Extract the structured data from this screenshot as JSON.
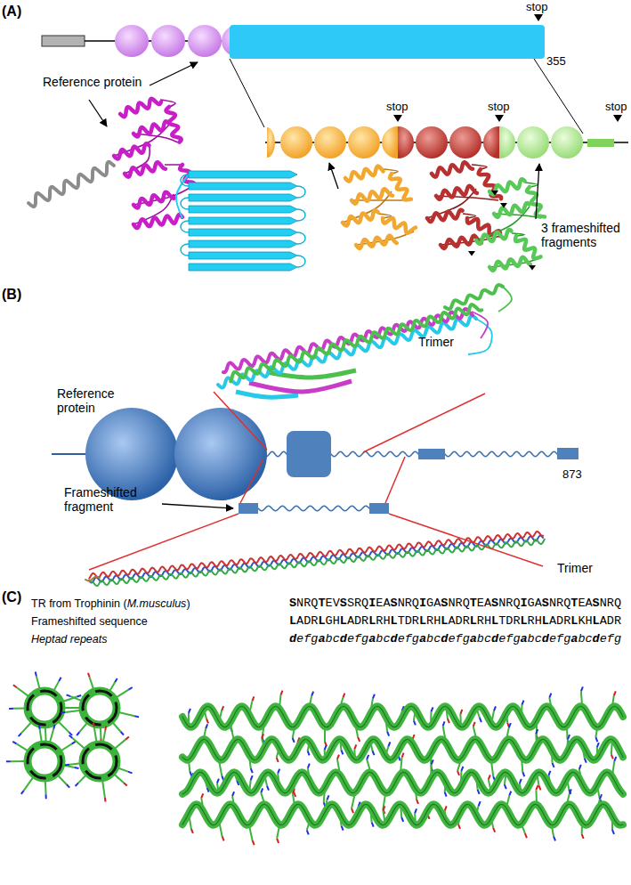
{
  "diagram": {
    "labels": [
      "(A)",
      "stop",
      "355",
      "Reference protein",
      "stop",
      "stop",
      "stop",
      "3 frameshifted fragments",
      "(B)",
      "Trimer",
      "Reference protein",
      "873",
      "Frameshifted fragment",
      "Trimer",
      "(C)",
      "TR from Trophinin (M.musculus)",
      "SNRQTEVSSRQIEASNRQIGASNRQTEASNRQIGASNRQTEASNRQ",
      "Frameshifted sequence",
      "LADRLGHLADRLRHLTDRLRHLADRLRHLTDRLRHLADRLKHLADR",
      "Heptad repeats",
      "defgabcdefgabcdefgabcdefgabcdefgabcdefgabcdefg"
    ]
  }
}
